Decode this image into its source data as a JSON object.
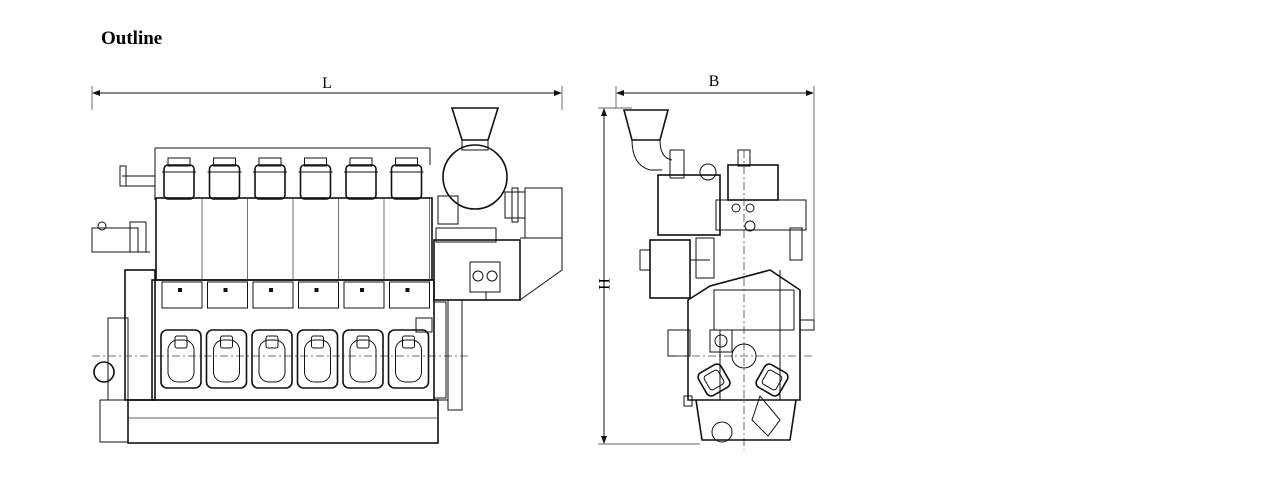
{
  "title": "Outline",
  "dimensions": {
    "length_label": "L",
    "width_label": "B",
    "height_label": "H"
  },
  "views": {
    "side_view": {
      "cylinders": 6
    },
    "end_view": {}
  },
  "colors": {
    "line": "#111111",
    "background": "#ffffff"
  }
}
